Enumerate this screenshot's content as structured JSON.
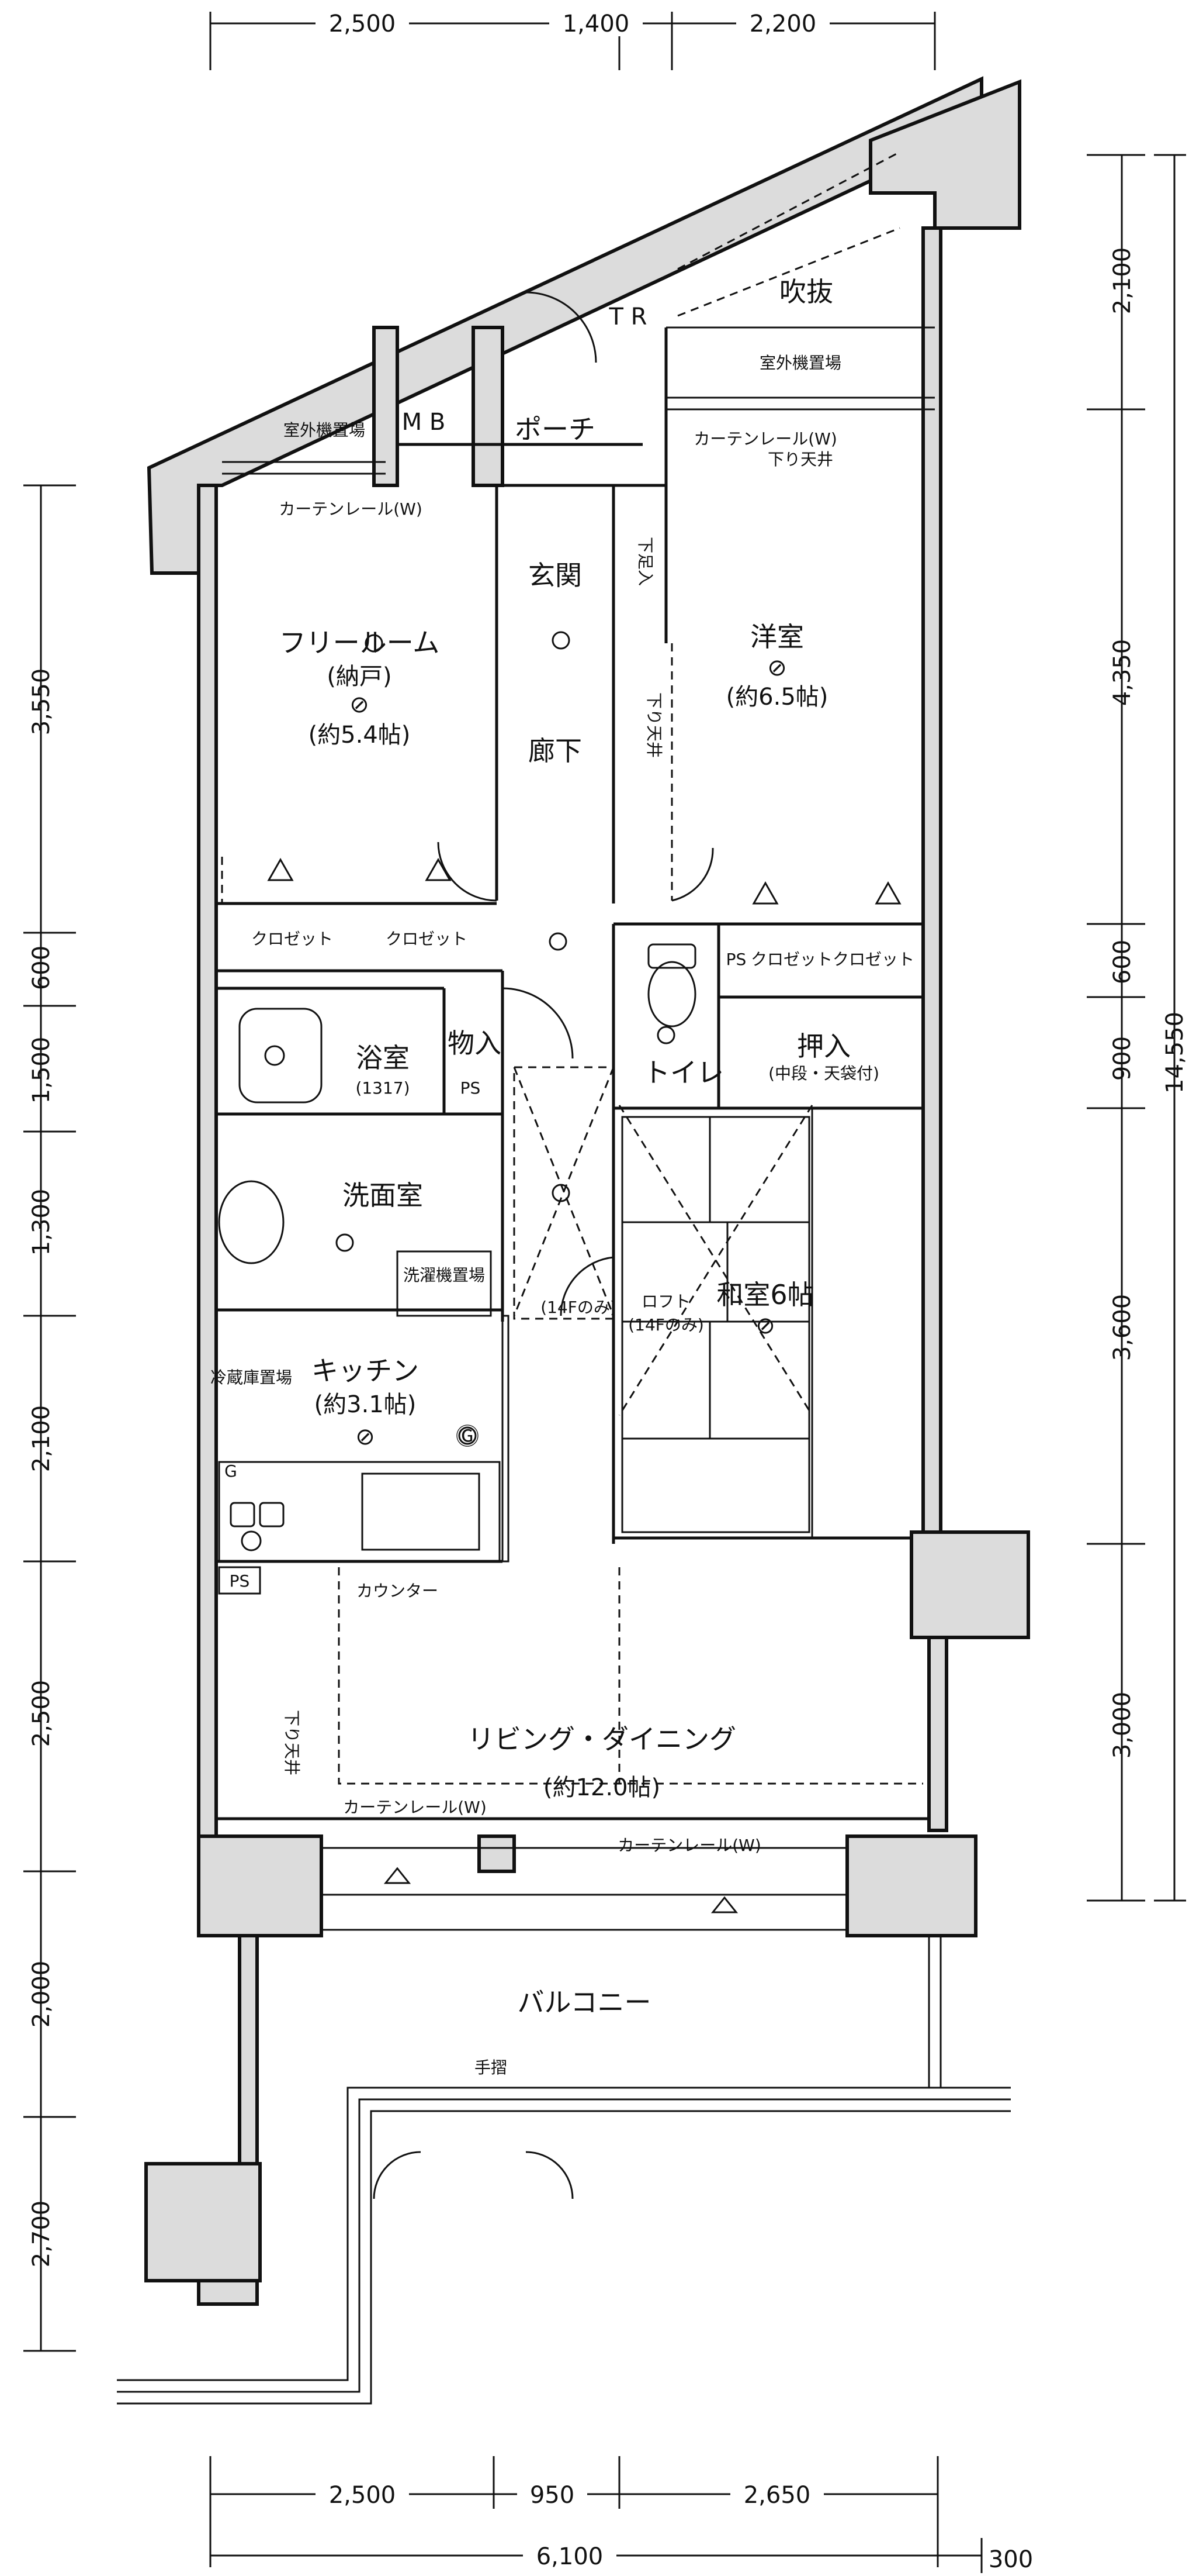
{
  "dimensions": {
    "top": [
      "2,500",
      "1,400",
      "2,200"
    ],
    "bottom": [
      "2,500",
      "950",
      "2,650"
    ],
    "bottom_total": "6,100",
    "bottom_extra": "300",
    "left": [
      "3,550",
      "600",
      "1,500",
      "1,300",
      "2,100",
      "2,500",
      "2,000",
      "2,700"
    ],
    "right": [
      "2,100",
      "4,350",
      "600",
      "900",
      "3,600",
      "3,000"
    ],
    "right_total": "14,550"
  },
  "rooms": {
    "free_room": {
      "label": "フリールーム",
      "sub": "(納戸)",
      "mark": "⊘",
      "size": "(約5.4帖)"
    },
    "western": {
      "label": "洋室",
      "mark": "⊘",
      "size": "(約6.5帖)"
    },
    "entrance": {
      "label": "玄関"
    },
    "hall": {
      "label": "廊下"
    },
    "porch": {
      "label": "ポーチ"
    },
    "atrium": {
      "label": "吹抜"
    },
    "bath": {
      "label": "浴室",
      "size": "(1317)"
    },
    "storage": {
      "label": "物入"
    },
    "toilet": {
      "label": "トイレ"
    },
    "washroom": {
      "label": "洗面室"
    },
    "laundry": {
      "label": "洗濯機置場"
    },
    "oshiire": {
      "label": "押入",
      "sub": "(中段・天袋付)"
    },
    "japanese": {
      "label": "和室6帖",
      "mark": "⊘"
    },
    "loft": {
      "label": "ロフト",
      "sub": "(14Fのみ)"
    },
    "kitchen": {
      "label": "キッチン",
      "size": "(約3.1帖)",
      "mark": "⊘",
      "g": "Ⓖ"
    },
    "fridge": {
      "label": "冷蔵庫置場"
    },
    "living": {
      "label": "リビング・ダイニング",
      "size": "(約12.0帖)"
    },
    "balcony": {
      "label": "バルコニー"
    }
  },
  "annotations": {
    "outdoor_unit_left": "室外機置場",
    "outdoor_unit_right": "室外機置場",
    "curtain_rail_w": "カーテンレール(W)",
    "lowered_ceiling": "下り天井",
    "lowered_ceiling_v": "下り天井",
    "lowered_ceiling_living": "下り天井",
    "curtain_rail_left": "カーテンレール(W)",
    "curtain_rail_living1": "カーテンレール(W)",
    "curtain_rail_living2": "カーテンレール(W)",
    "closet1": "クロゼット",
    "closet2": "クロゼット",
    "closet3": "クロゼット",
    "closet4": "クロゼット",
    "ps1": "PS",
    "ps2": "PS",
    "ps3": "PS",
    "counter": "カウンター",
    "fourteen_f": "(14Fのみ)",
    "mb": "M B",
    "tr": "T R",
    "handrail": "手摺",
    "g_mark": "G",
    "downspout": "下足入"
  }
}
